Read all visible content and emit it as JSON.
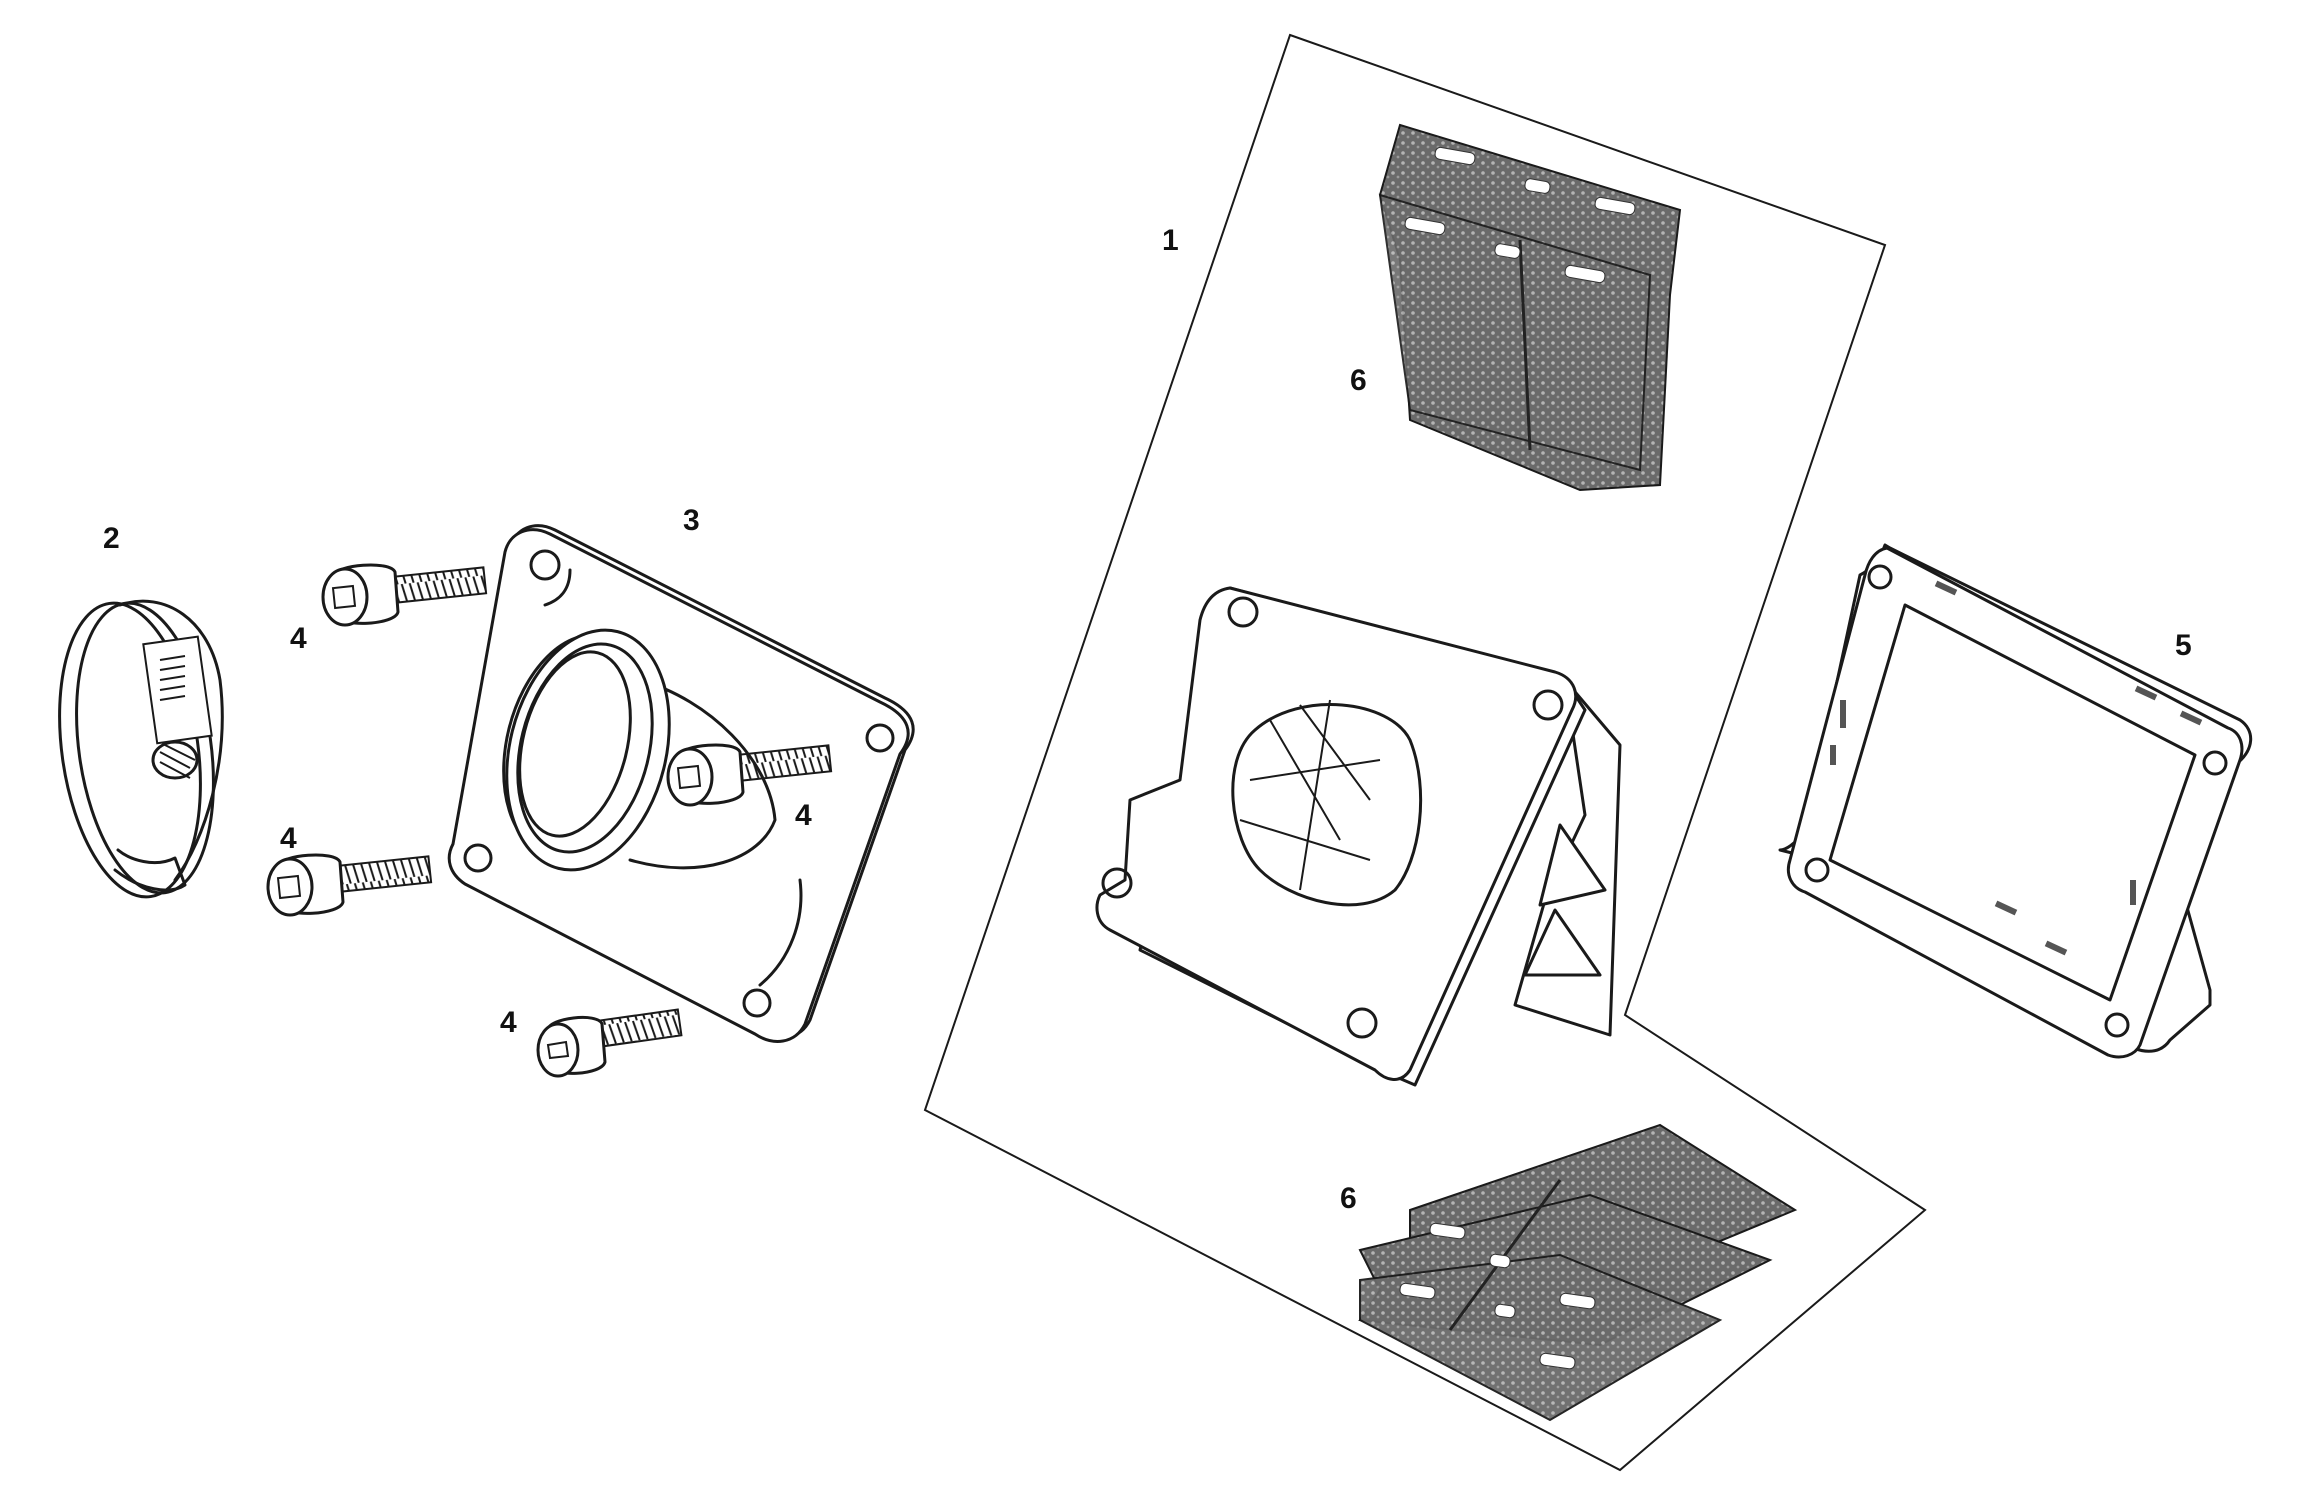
{
  "diagram": {
    "callouts": {
      "kit": "1",
      "clamp": "2",
      "manifold": "3",
      "screw_a": "4",
      "screw_b": "4",
      "screw_c": "4",
      "screw_d": "4",
      "gasket": "5",
      "petals_top": "6",
      "petals_bottom": "6"
    },
    "colors": {
      "line": "#1a1a1a",
      "petal_fill": "#6a6a6a",
      "background": "#ffffff"
    }
  }
}
